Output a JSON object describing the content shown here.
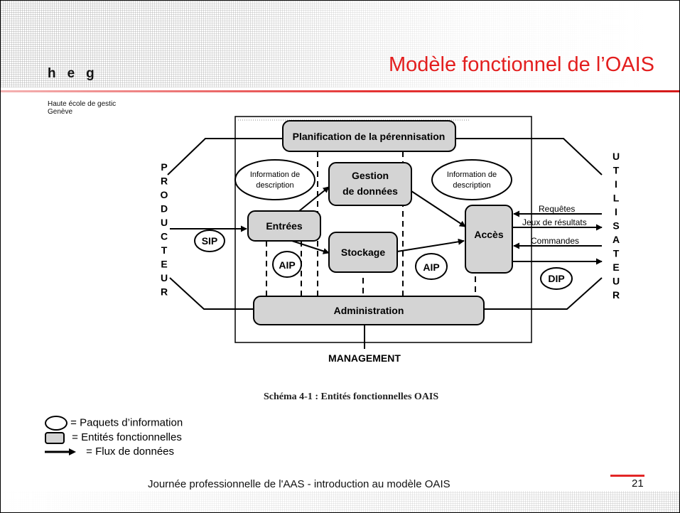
{
  "slide": {
    "title": "Modèle fonctionnel de l’OAIS",
    "logo": "heg",
    "institution_line1": "Haute école de gestic",
    "institution_line2": "Genève",
    "footer": "Journée professionnelle de l'AAS - introduction au modèle OAIS",
    "page_number": "21"
  },
  "diagram": {
    "planning": "Planification de la pérennisation",
    "info_desc_left_1": "Information de",
    "info_desc_left_2": "description",
    "data_mgmt_1": "Gestion",
    "data_mgmt_2": "de données",
    "info_desc_right_1": "Information de",
    "info_desc_right_2": "description",
    "ingest": "Entrées",
    "storage": "Stockage",
    "access": "Accès",
    "administration": "Administration",
    "management": "MANAGEMENT",
    "sip": "SIP",
    "aip_left": "AIP",
    "aip_right": "AIP",
    "dip": "DIP",
    "requests": "Requêtes",
    "result_sets": "Jeux de résultats",
    "orders": "Commandes",
    "producer_letters": [
      "P",
      "R",
      "O",
      "D",
      "U",
      "C",
      "T",
      "E",
      "U",
      "R"
    ],
    "consumer_letters": [
      "U",
      "T",
      "I",
      "L",
      "I",
      "S",
      "A",
      "T",
      "E",
      "U",
      "R"
    ]
  },
  "caption": "Schéma 4-1 : Entités fonctionnelles OAIS",
  "legend": {
    "packages": "= Paquets d’information",
    "entities": "= Entités fonctionnelles",
    "flows": "= Flux de données"
  },
  "colors": {
    "title": "#e31e1e",
    "accent_line": "#d41a1a",
    "entity_fill": "#d4d4d4"
  }
}
